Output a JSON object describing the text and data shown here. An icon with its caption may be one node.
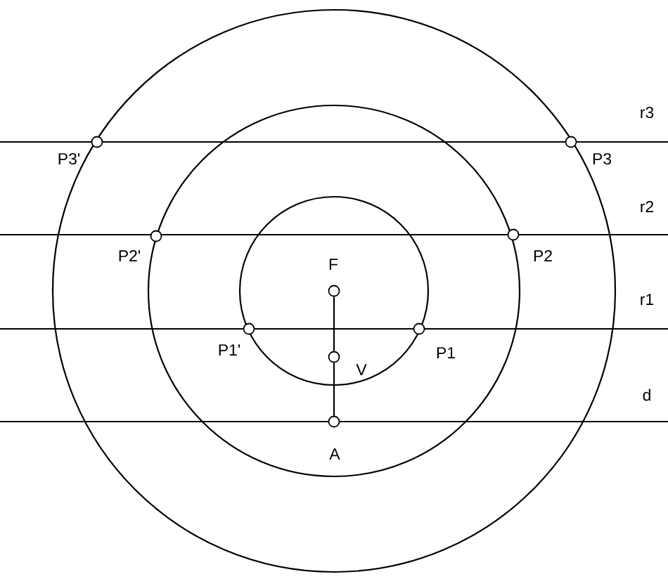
{
  "diagram": {
    "nodes": [
      {
        "text": [],
        "shape": "circle",
        "beside": [
          "P3'"
        ]
      },
      {
        "text": [],
        "shape": "circle",
        "beside": [
          "P3"
        ]
      },
      {
        "text": [],
        "shape": "circle",
        "beside": [
          "P2'"
        ]
      },
      {
        "text": [],
        "shape": "circle",
        "beside": [
          "P2"
        ]
      },
      {
        "text": [],
        "shape": "circle",
        "beside": [
          "F"
        ]
      },
      {
        "text": [],
        "shape": "circle",
        "beside": [
          "P1'"
        ]
      },
      {
        "text": [],
        "shape": "circle",
        "beside": [
          "P1"
        ]
      },
      {
        "text": [],
        "shape": "circle",
        "beside": [
          "V"
        ]
      },
      {
        "text": [],
        "shape": "circle",
        "beside": [
          "A"
        ]
      }
    ],
    "edges": [
      {
        "from": 4,
        "to": 7,
        "arrow": "none"
      },
      {
        "from": 7,
        "to": 8,
        "arrow": "none"
      }
    ],
    "labels": [
      "r3",
      "r2",
      "r1",
      "d"
    ]
  }
}
